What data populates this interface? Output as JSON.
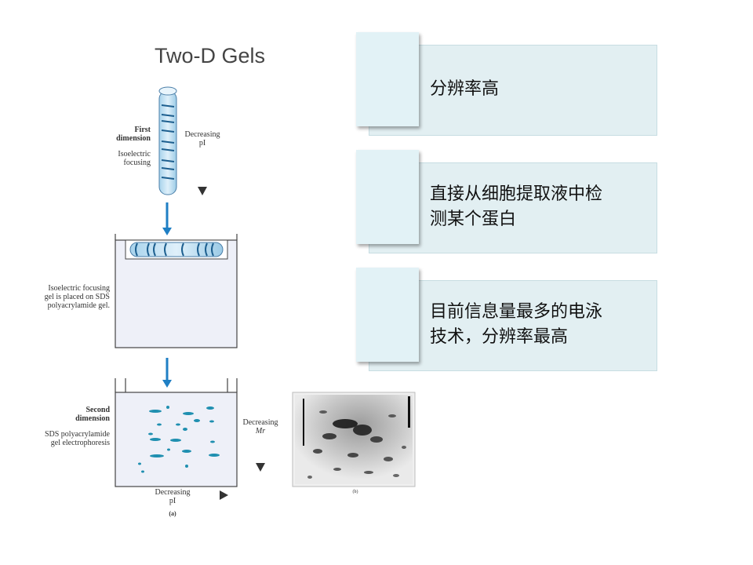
{
  "slide": {
    "title": "Two-D Gels",
    "cards": [
      {
        "text": "分辨率高"
      },
      {
        "text": "直接从细胞提取液中检\n测某个蛋白"
      },
      {
        "text": "目前信息量最多的电泳\n技术，分辨率最高"
      }
    ]
  },
  "figure": {
    "first_dimension_label": "First\ndimension",
    "isoelectric_focusing": "Isoelectric\nfocusing",
    "decreasing_pi_top": "Decreasing\npI",
    "placed_label": "Isoelectric focusing\ngel is placed on SDS\npolyacrylamide gel.",
    "second_dimension_label": "Second\ndimension",
    "sds_label": "SDS polyacrylamide\ngel electrophoresis",
    "decreasing_mr": "Decreasing",
    "mr_symbol": "Mr",
    "decreasing_pi_bottom": "Decreasing\npI",
    "panel_a": "(a)",
    "panel_b": "(b)"
  },
  "colors": {
    "accent_arrow": "#1f7fc4",
    "card_back": "#e2eff2",
    "card_tab": "#e2f2f6",
    "gel_fill": "#eef0f8",
    "spot": "#1f8fb0"
  }
}
